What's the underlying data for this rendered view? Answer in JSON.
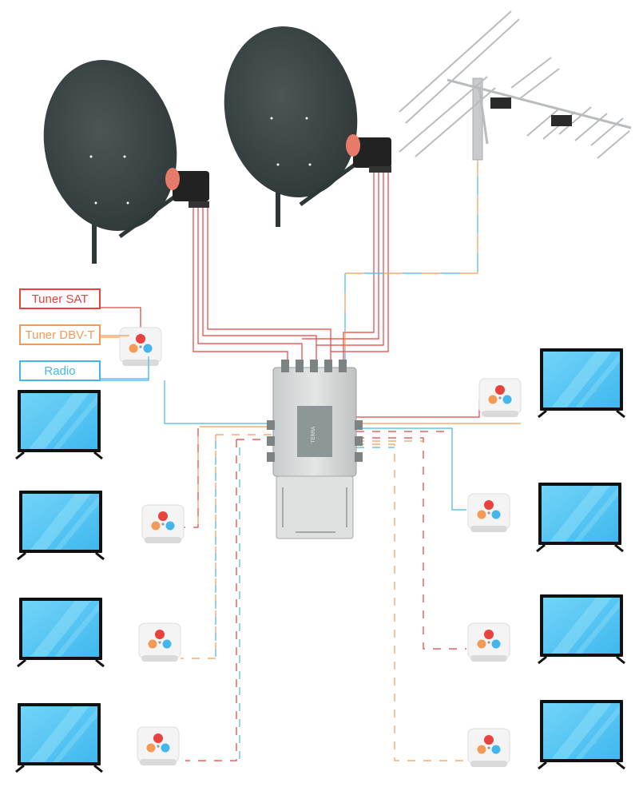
{
  "legend": {
    "sat": "Tuner SAT",
    "dvbt": "Tuner DBV-T",
    "radio": "Radio"
  },
  "colors": {
    "sat": "#e8413e",
    "dvbt": "#f39a56",
    "radio": "#45b6ec",
    "dish": "#3b4646",
    "screen": "#5ccaf5"
  },
  "multiswitch": {
    "brand": "TERRA"
  }
}
